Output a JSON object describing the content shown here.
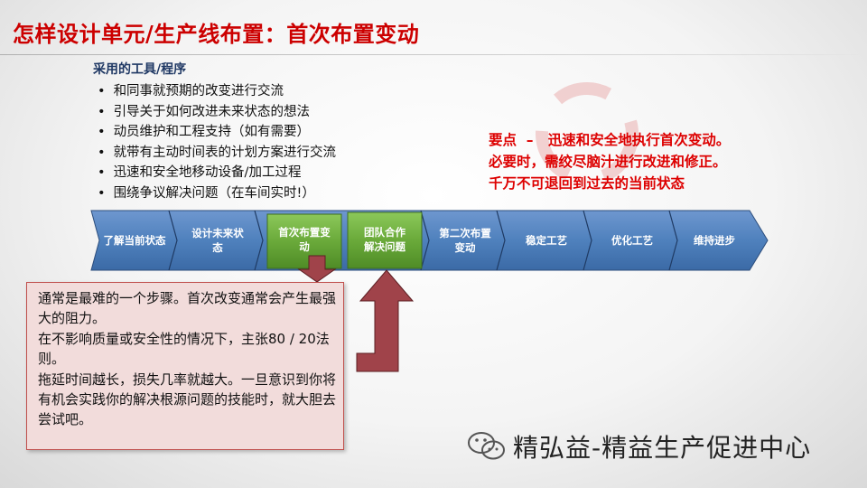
{
  "title": "怎样设计单元/生产线布置：首次布置变动",
  "tools": {
    "heading": "采用的工具/程序",
    "items": [
      "和同事就预期的改变进行交流",
      "引导关于如何改进未来状态的想法",
      "动员维护和工程支持（如有需要）",
      "就带有主动时间表的计划方案进行交流",
      "迅速和安全地移动设备/加工过程",
      "围绕争议解决问题（在车间实时!）"
    ]
  },
  "keypoint": {
    "lines": [
      "要点  –   迅速和安全地执行首次变动。",
      "必要时，需绞尽脑汁进行改进和修正。",
      "千万不可退回到过去的当前状态"
    ]
  },
  "process": {
    "steps": [
      {
        "label": "了解当前状态",
        "highlight": false
      },
      {
        "label": "设计未来状\n态",
        "highlight": false
      },
      {
        "label": "首次布置变\n动",
        "highlight": true
      },
      {
        "label": "团队合作\n解决问题",
        "highlight": true
      },
      {
        "label": "第二次布置\n变动",
        "highlight": false
      },
      {
        "label": "稳定工艺",
        "highlight": false
      },
      {
        "label": "优化工艺",
        "highlight": false
      },
      {
        "label": "维持进步",
        "highlight": false
      }
    ],
    "colors": {
      "blue": "#4f81bd",
      "green": "#6aaa3a",
      "arrow": "#a0434a"
    }
  },
  "note": {
    "paragraphs": [
      "通常是最难的一个步骤。首次改变通常会产生最强大的阻力。",
      "在不影响质量或安全性的情况下，主张80 / 20法则。",
      "拖延时间越长，损失几率就越大。一旦意识到你将有机会实践你的解决根源问题的技能时，就大胆去尝试吧。"
    ]
  },
  "brand": {
    "icon": "wechat-icon",
    "text": "精弘益-精益生产促进中心"
  }
}
